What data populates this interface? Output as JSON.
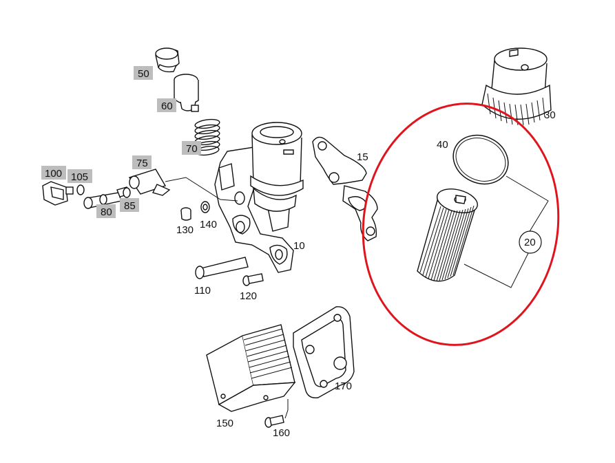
{
  "diagram": {
    "labels": {
      "p10": "10",
      "p15": "15",
      "p20": "20",
      "p30": "30",
      "p40": "40",
      "p50": "50",
      "p60": "60",
      "p70": "70",
      "p75": "75",
      "p80": "80",
      "p85": "85",
      "p100": "100",
      "p105": "105",
      "p110": "110",
      "p120": "120",
      "p130": "130",
      "p140": "140",
      "p150": "150",
      "p160": "160",
      "p170": "170"
    },
    "colors": {
      "highlight_ring": "#e0141c",
      "label_box": "#bdbdbd",
      "line": "#111111"
    }
  }
}
